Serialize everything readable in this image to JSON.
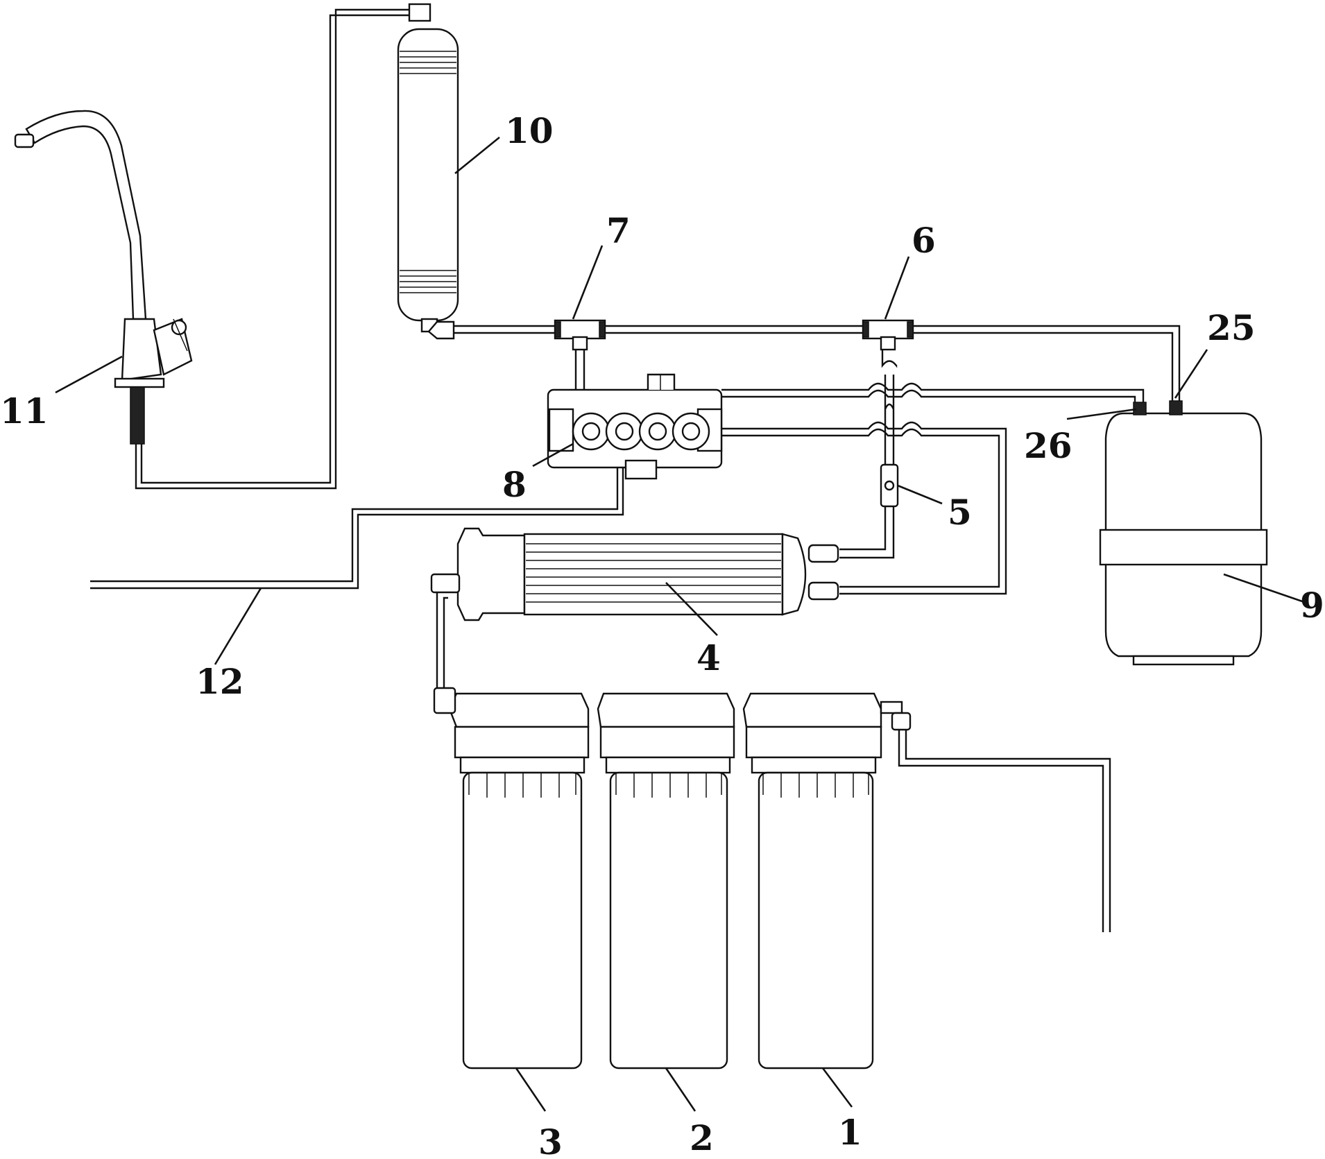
{
  "diagram": {
    "labels": [
      {
        "id": "1",
        "text": "1"
      },
      {
        "id": "2",
        "text": "2"
      },
      {
        "id": "3",
        "text": "3"
      },
      {
        "id": "4",
        "text": "4"
      },
      {
        "id": "5",
        "text": "5"
      },
      {
        "id": "6",
        "text": "6"
      },
      {
        "id": "7",
        "text": "7"
      },
      {
        "id": "8",
        "text": "8"
      },
      {
        "id": "9",
        "text": "9"
      },
      {
        "id": "10",
        "text": "10"
      },
      {
        "id": "11",
        "text": "11"
      },
      {
        "id": "12",
        "text": "12"
      },
      {
        "id": "25",
        "text": "25"
      },
      {
        "id": "26",
        "text": "26"
      }
    ]
  }
}
